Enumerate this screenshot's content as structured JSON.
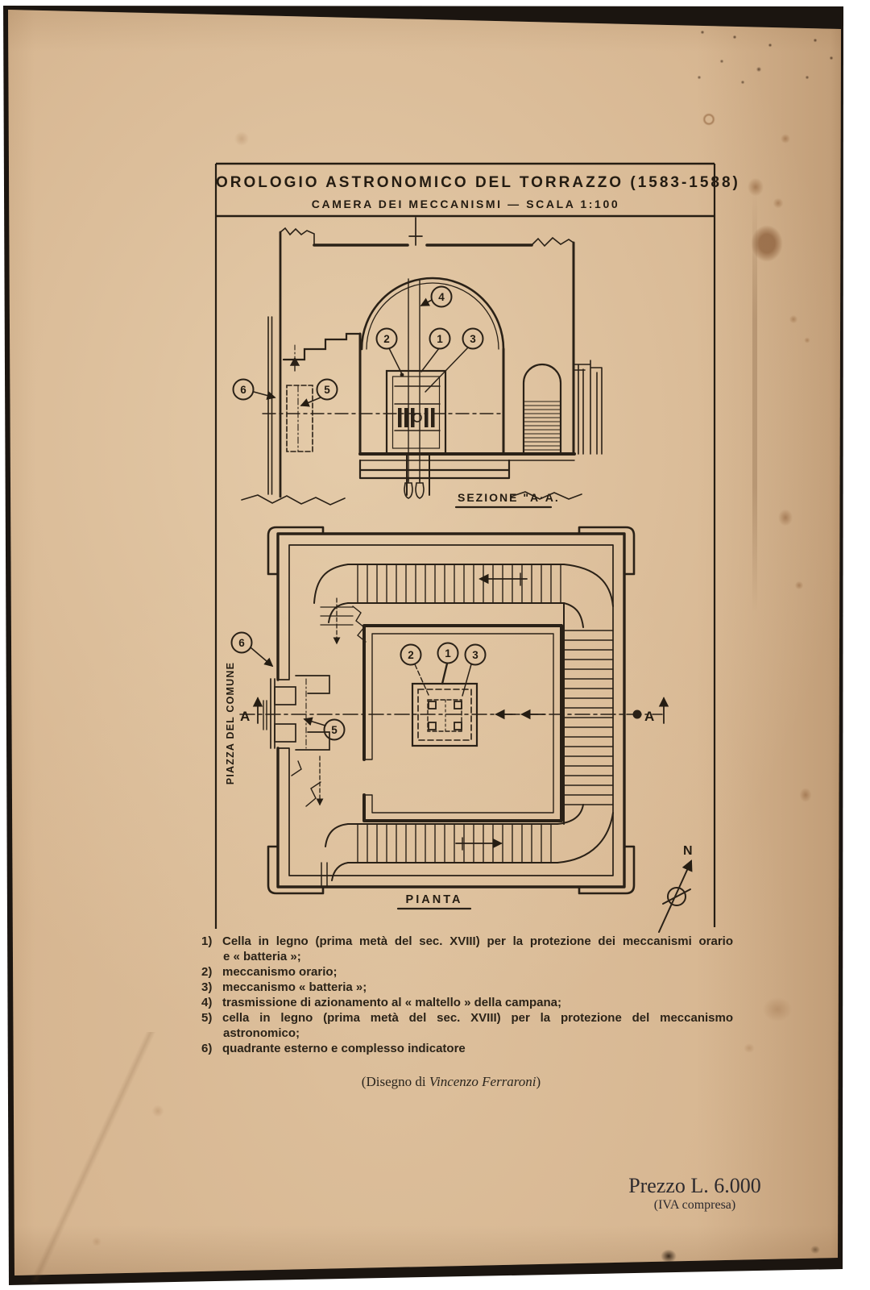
{
  "page": {
    "title_line1": "OROLOGIO ASTRONOMICO DEL TORRAZZO (1583-1588)",
    "title_line2": "CAMERA DEI MECCANISMI — SCALA 1:100",
    "ink_color": "#251d13",
    "paper_color": "#d6b590"
  },
  "section_view": {
    "label": "SEZIONE \"A·A.",
    "callouts": [
      "1",
      "2",
      "3",
      "4",
      "5",
      "6"
    ]
  },
  "plan_view": {
    "label": "PIANTA",
    "street_label": "PIAZZA DEL COMUNE",
    "north_label": "N",
    "section_marker": "A",
    "callouts": [
      "1",
      "2",
      "3",
      "5",
      "6"
    ]
  },
  "legend": {
    "lines": [
      {
        "num": "1)",
        "text": "Cella in legno (prima metà del sec. XVIII) per la protezione dei meccanismi orario"
      },
      {
        "num": "",
        "text": "e « batteria »;"
      },
      {
        "num": "2)",
        "text": "meccanismo orario;"
      },
      {
        "num": "3)",
        "text": "meccanismo « batteria »;"
      },
      {
        "num": "4)",
        "text": "trasmissione di azionamento al « maltello » della campana;"
      },
      {
        "num": "5)",
        "text": "cella in legno (prima metà del sec. XVIII) per la protezione del meccanismo"
      },
      {
        "num": "",
        "text": "astronomico;"
      },
      {
        "num": "6)",
        "text": "quadrante esterno e complesso indicatore"
      }
    ]
  },
  "credit": {
    "prefix": "(Disegno di ",
    "name": "Vincenzo Ferraroni",
    "suffix": ")"
  },
  "price": {
    "line1": "Prezzo L. 6.000",
    "line2": "(IVA compresa)"
  }
}
